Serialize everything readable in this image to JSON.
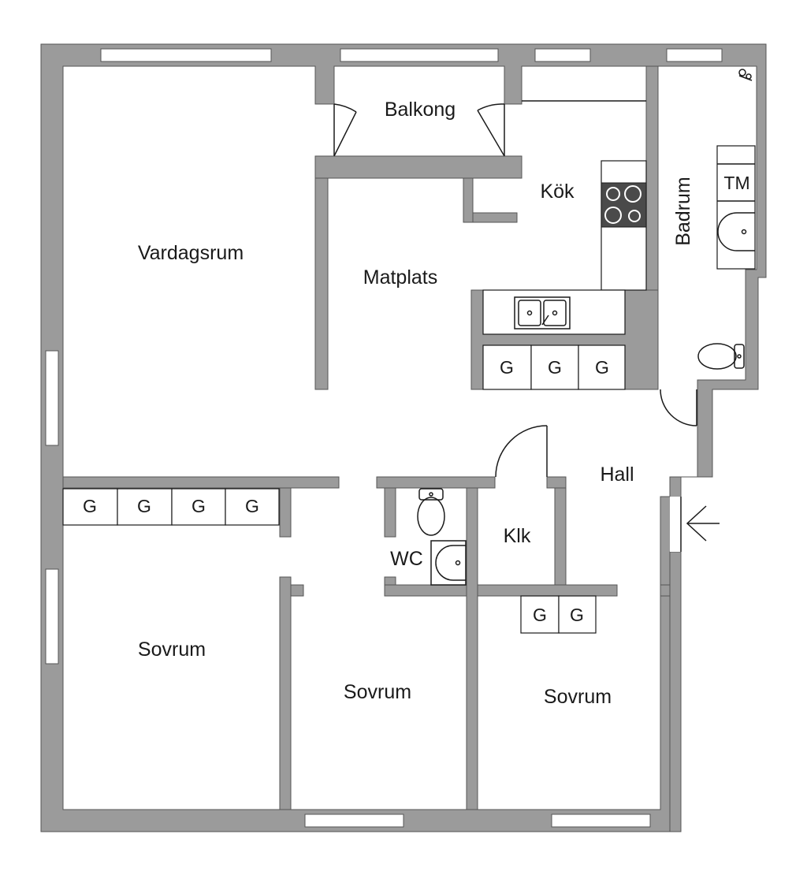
{
  "plan": {
    "colors": {
      "wall": "#9b9b9b",
      "outline": "#555555",
      "floor": "#ffffff",
      "stove": "#4a4a4a",
      "ink": "#1a1a1a"
    },
    "rooms": {
      "balcony": "Balkong",
      "kitchen": "Kök",
      "living_room": "Vardagsrum",
      "dining_area": "Matplats",
      "bathroom": "Badrum",
      "hall": "Hall",
      "wc": "WC",
      "walk_in_closet": "Klk",
      "bedroom_1": "Sovrum",
      "bedroom_2": "Sovrum",
      "bedroom_3": "Sovrum"
    },
    "closet_label": "G",
    "washer_label": "TM",
    "entrance_icon": "arrow-left-icon"
  }
}
